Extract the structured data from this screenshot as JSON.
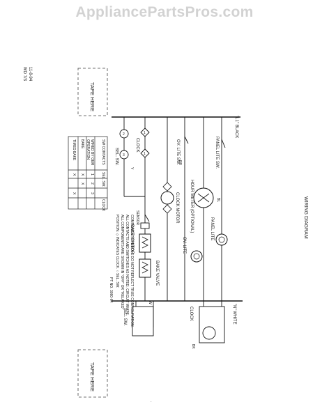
{
  "watermark": "AppliancePartsPros.com",
  "doc_code": [
    "11-8-94",
    "WD 7/3"
  ],
  "title": "WIRING DIAGRAM",
  "supply": {
    "l1": "\"L1\" BLACK",
    "n": "\"N\" WHITE"
  },
  "tape_label": "TAPE HERE",
  "switch_labels": {
    "sel_sw": "SEL. SW.",
    "clock": "CLOCK",
    "ov_lite_sw": "OV. LITE SW.",
    "panel_lite_sw": "PANEL LITE SW."
  },
  "component_labels": {
    "panel_lite": "PANEL LITE",
    "ov_lite": "OV. LITE",
    "clock_motor": "CLOCK MOTOR",
    "hour_meter": "HOUR METER (OPTIONAL)",
    "bake_ignitor": "BAKE IGNITOR",
    "bake_valve": "BAKE VALVE",
    "oven_sensor": "SENSOR",
    "clock_n": "CLOCK",
    "sel_sw_n": "SEL. SW.",
    "bk": "BK",
    "br": "BR",
    "w": "W",
    "y": "Y",
    "r": "R",
    "bl": "BL",
    "v": "V",
    "c": "C"
  },
  "contact_table": {
    "header": [
      "SW CONTACTS",
      "SEL. SW.",
      "CLOCK"
    ],
    "sub_header": [
      "WIRED BY OEM",
      "OPERATION"
    ],
    "columns": [
      "1",
      "2",
      "3"
    ],
    "rows": [
      {
        "label": "BAKE",
        "marks": [
          "X",
          "X",
          ""
        ]
      },
      {
        "label": "TIMED BAKE",
        "marks": [
          "X",
          "",
          "X"
        ]
      }
    ]
  },
  "notes": [
    "COMPONENT SYMBOLS DO NOT REFLECT TRUE CONFIGURATION.",
    "ALL CONTACTS AND SWITCHES AS NOTED. CIRCUIT WHITE,",
    "ALL COMPONENTS ARE SHOWN IN \"OFF\" OR \"RELAXED\"",
    "POSITION. ◇ INDICATES CLOCK. ○ SEL. SW."
  ],
  "part_number": "PT NO. 3080-64"
}
